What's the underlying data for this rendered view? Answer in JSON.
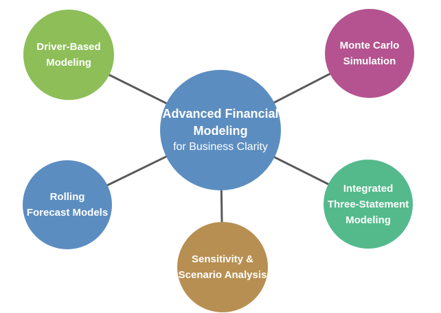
{
  "diagram": {
    "background_color": "#ffffff",
    "connector_color": "#595959",
    "text_color": "#ffffff",
    "center": {
      "id": "advanced-financial-modeling",
      "title_lines": [
        "Advanced Financial",
        "Modeling"
      ],
      "subtitle": "for Business Clarity",
      "color": "#5C8DC0"
    },
    "nodes": [
      {
        "id": "driver-based-modeling",
        "lines": [
          "Driver-Based",
          "Modeling"
        ],
        "color": "#8DBE58",
        "position": "top-left"
      },
      {
        "id": "monte-carlo-simulation",
        "lines": [
          "Monte Carlo",
          "Simulation"
        ],
        "color": "#B4538F",
        "position": "top-right"
      },
      {
        "id": "rolling-forecast-models",
        "lines": [
          "Rolling",
          "Forecast Models"
        ],
        "color": "#5C8DC0",
        "position": "middle-left"
      },
      {
        "id": "integrated-three-statement-modeling",
        "lines": [
          "Integrated",
          "Three-Statement",
          "Modeling"
        ],
        "color": "#55BA8B",
        "position": "middle-right"
      },
      {
        "id": "sensitivity-scenario-analysis",
        "lines": [
          "Sensitivity &",
          "Scenario Analysis"
        ],
        "color": "#B88F52",
        "position": "bottom-center"
      }
    ]
  }
}
